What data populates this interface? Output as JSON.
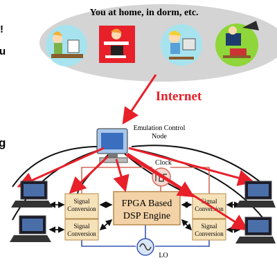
{
  "header": {
    "caption": "You at home, in dorm, etc."
  },
  "network": {
    "label": "Internet"
  },
  "control_node": {
    "label_line1": "Emulation Control",
    "label_line2": "Node"
  },
  "clock": {
    "label": "Clock"
  },
  "engine": {
    "line1": "FPGA Based",
    "line2": "DSP Engine"
  },
  "converters": [
    {
      "line1": "Signal",
      "line2": "Conversion"
    },
    {
      "line1": "Signal",
      "line2": "Conversion"
    },
    {
      "line1": "Signal",
      "line2": "Conversion"
    },
    {
      "line1": "Signal",
      "line2": "Conversion"
    }
  ],
  "oscillator": {
    "label": "LO"
  },
  "edge_fragments": [
    "!",
    "u",
    "g"
  ],
  "colors": {
    "internet_text": "#e8202a",
    "arrow_red": "#e8202a",
    "cloud": "#d4d4d4",
    "engine_fill": "#f2d2a6",
    "converter_fill": "#f6e2b9",
    "wire_red": "#d76a5a",
    "wire_blue": "#3a55b4",
    "wire_orange": "#e39a3a"
  }
}
